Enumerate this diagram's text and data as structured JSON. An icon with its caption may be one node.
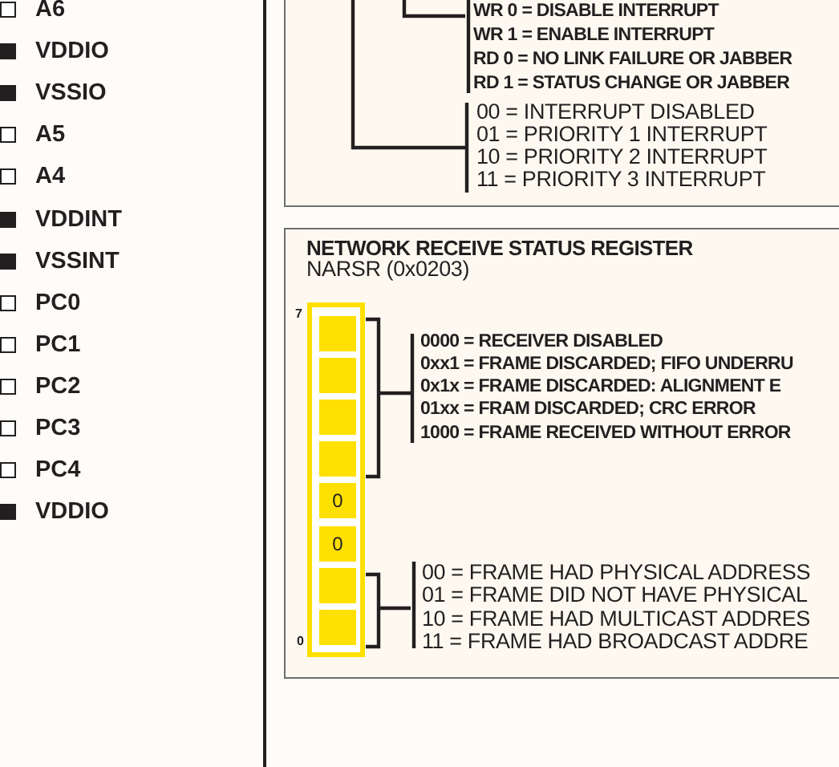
{
  "diagram": {
    "nodes": [
      {
        "text": [
          "WR 0 = DISABLE INTERRUPT",
          "WR 1 = ENABLE INTERRUPT",
          "RD 0 = NO LINK FAILURE OR JABBER",
          "RD 1 = STATUS CHANGE OR JABBER",
          "00 = INTERRUPT DISABLED",
          "01 = PRIORITY 1 INTERRUPT",
          "10 = PRIORITY 2 INTERRUPT",
          "11 = PRIORITY 3 INTERRUPT"
        ]
      },
      {
        "text": [
          "NETWORK RECEIVE STATUS REGISTER",
          "NARSR (0x0203)",
          "0000 = RECEIVER DISABLED",
          "0xx1 = FRAME DISCARDED; FIFO UNDERRU",
          "0x1x = FRAME DISCARDED: ALIGNMENT E",
          "01xx = FRAM DISCARDED; CRC ERROR",
          "1000 = FRAME RECEIVED WITHOUT ERROR",
          "00 = FRAME HAD PHYSICAL ADDRESS",
          "01 = FRAME DID NOT HAVE PHYSICAL",
          "10 = FRAME HAD MULTICAST ADDRES",
          "11 = FRAME HAD BROADCAST ADDRE"
        ]
      },
      {
        "text": [],
        "shape": "box",
        "in": 1
      },
      {
        "text": [],
        "shape": "box",
        "in": 1
      },
      {
        "text": [],
        "shape": "box",
        "in": 1
      },
      {
        "text": [],
        "shape": "box",
        "in": 1
      },
      {
        "text": [
          "0"
        ],
        "in": 1
      },
      {
        "text": [
          "0"
        ],
        "in": 1
      },
      {
        "text": [],
        "shape": "box",
        "in": 1
      },
      {
        "text": [],
        "shape": "box",
        "in": 1
      }
    ],
    "labels": [
      "7",
      "0"
    ],
    "legend": [
      {
        "text": "A6",
        "color": "#ffffff"
      },
      {
        "text": "VDDIO",
        "color": "#231f20"
      },
      {
        "text": "VSSIO",
        "color": "#231f20"
      },
      {
        "text": "A5",
        "color": "#ffffff"
      },
      {
        "text": "A4",
        "color": "#ffffff"
      },
      {
        "text": "VDDINT",
        "color": "#231f20"
      },
      {
        "text": "VSSINT",
        "color": "#231f20"
      },
      {
        "text": "PC0",
        "color": "#ffffff"
      },
      {
        "text": "PC1",
        "color": "#ffffff"
      },
      {
        "text": "PC2",
        "color": "#ffffff"
      },
      {
        "text": "PC3",
        "color": "#ffffff"
      },
      {
        "text": "PC4",
        "color": "#ffffff"
      },
      {
        "text": "VDDIO",
        "color": "#231f20"
      }
    ]
  }
}
